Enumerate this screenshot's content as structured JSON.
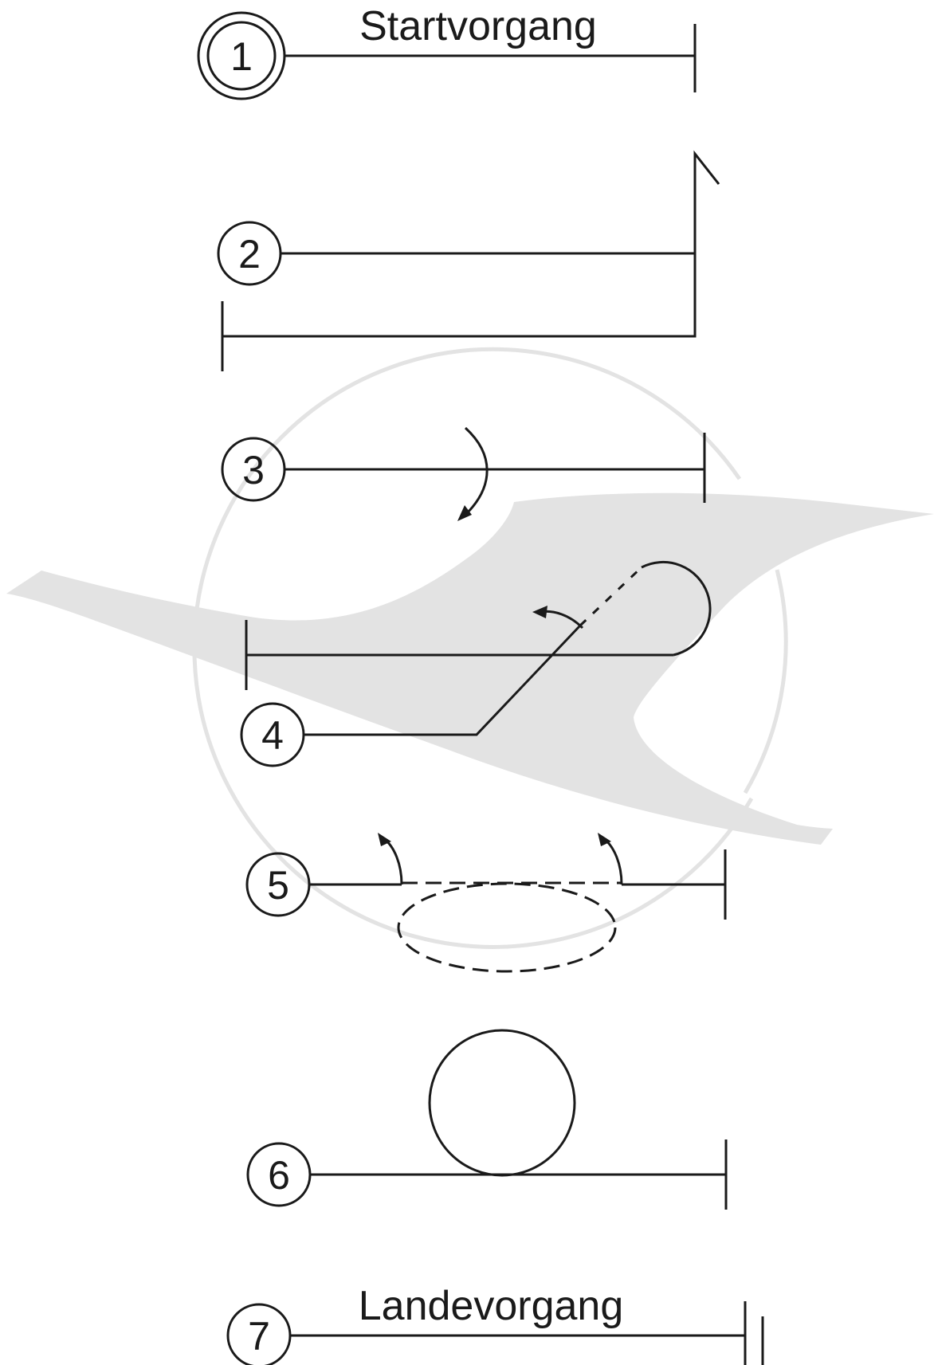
{
  "diagram": {
    "start_label": "Startvorgang",
    "landing_label": "Landevorgang",
    "steps": [
      {
        "number": "1"
      },
      {
        "number": "2"
      },
      {
        "number": "3"
      },
      {
        "number": "4"
      },
      {
        "number": "5"
      },
      {
        "number": "6"
      },
      {
        "number": "7"
      }
    ]
  },
  "colors": {
    "line": "#1a1a1a",
    "watermark": "#e3e3e3",
    "background": "#ffffff"
  }
}
